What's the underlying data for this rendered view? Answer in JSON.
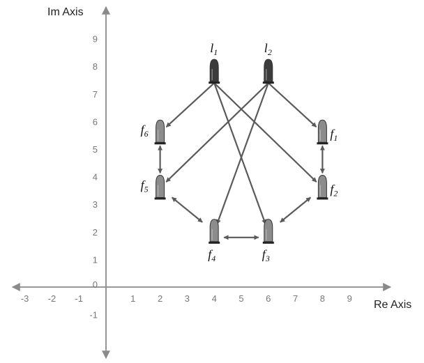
{
  "axes": {
    "x_title": "Re Axis",
    "y_title": "Im Axis",
    "x_ticks": [
      -3,
      -2,
      -1,
      1,
      2,
      3,
      4,
      5,
      6,
      7,
      8,
      9
    ],
    "y_ticks": [
      -1,
      0,
      1,
      2,
      3,
      4,
      5,
      6,
      7,
      8,
      9
    ]
  },
  "leaders": [
    {
      "id": "l1",
      "name": "l",
      "sub": "1",
      "x": 4,
      "y": 7.8
    },
    {
      "id": "l2",
      "name": "l",
      "sub": "2",
      "x": 6,
      "y": 7.8
    }
  ],
  "followers": [
    {
      "id": "f1",
      "name": "f",
      "sub": "1",
      "x": 8,
      "y": 5.6
    },
    {
      "id": "f2",
      "name": "f",
      "sub": "2",
      "x": 8,
      "y": 3.6
    },
    {
      "id": "f3",
      "name": "f",
      "sub": "3",
      "x": 6,
      "y": 2.0
    },
    {
      "id": "f4",
      "name": "f",
      "sub": "4",
      "x": 4,
      "y": 2.0
    },
    {
      "id": "f5",
      "name": "f",
      "sub": "5",
      "x": 2,
      "y": 3.6
    },
    {
      "id": "f6",
      "name": "f",
      "sub": "6",
      "x": 2,
      "y": 5.6
    }
  ],
  "directed_edges": [
    {
      "from": "l1",
      "to": "f6"
    },
    {
      "from": "l1",
      "to": "f3"
    },
    {
      "from": "l1",
      "to": "f2"
    },
    {
      "from": "l2",
      "to": "f1"
    },
    {
      "from": "l2",
      "to": "f5"
    },
    {
      "from": "l2",
      "to": "f4"
    }
  ],
  "bidirectional_edges": [
    {
      "a": "f1",
      "b": "f2"
    },
    {
      "a": "f2",
      "b": "f3"
    },
    {
      "a": "f3",
      "b": "f4"
    },
    {
      "a": "f4",
      "b": "f5"
    },
    {
      "a": "f5",
      "b": "f6"
    }
  ],
  "colors": {
    "axis": "#8a8a8a",
    "edge": "#5a5a5a",
    "leader_fill": "#3c3c3c",
    "follower_fill": "#8c8c8c"
  }
}
